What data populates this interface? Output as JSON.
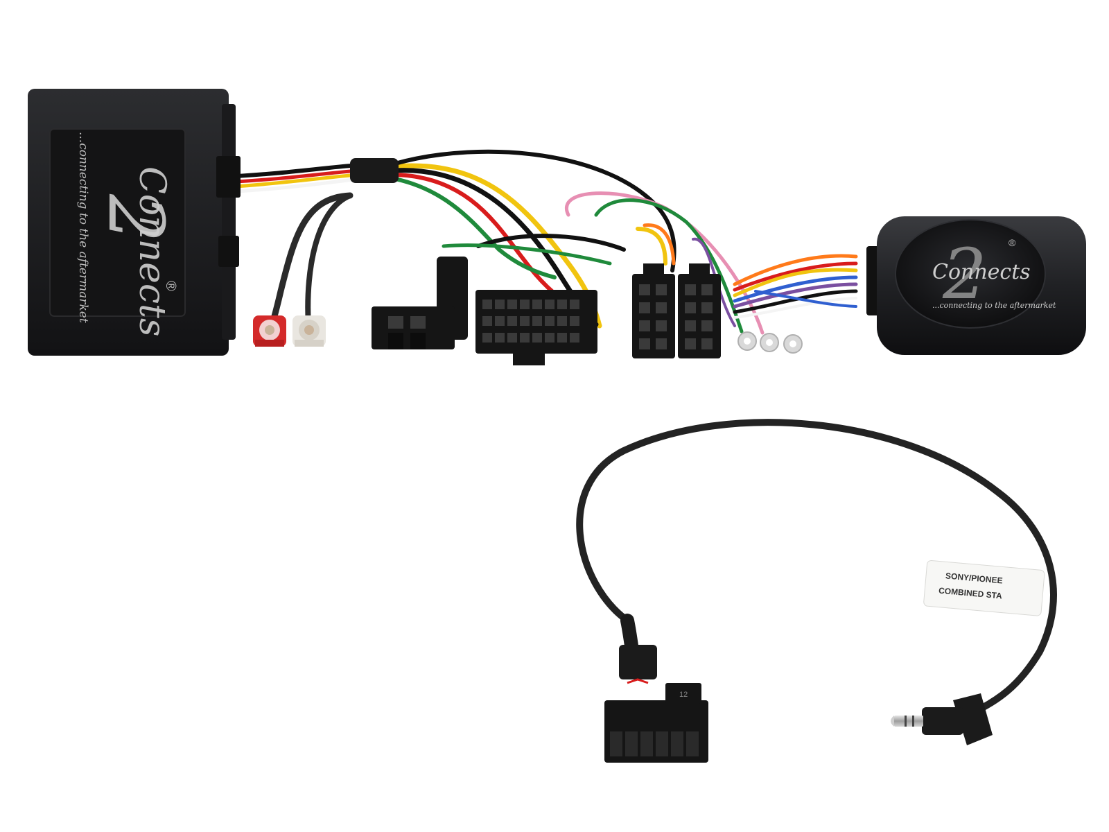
{
  "product": {
    "brand_text": "Connects",
    "brand_numeral": "2",
    "registered_mark": "®",
    "tagline": "...connecting to the aftermarket"
  },
  "lead_label": {
    "line1": "SONY/PIONEE",
    "line2": "COMBINED STA"
  },
  "plug_marking": "12",
  "colors": {
    "background": "#ffffff",
    "module_body": "#1e1f22",
    "connector": "#151515",
    "cable": "#2a2a2a",
    "rca_red": "#d42a2a",
    "rca_white": "#e9e6e0",
    "jack_metal": "#b9b9b9"
  },
  "wire_colors": [
    "#111111",
    "#d81c1c",
    "#f1c40f",
    "#1f8a3b",
    "#e78fb3",
    "#7a4fa0",
    "#ff7a1a",
    "#2f5fd0",
    "#a0a0a0",
    "#ffffff"
  ]
}
